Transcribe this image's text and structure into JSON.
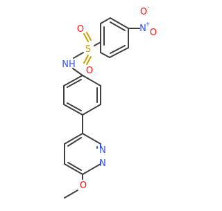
{
  "colors": {
    "bond": "#404040",
    "nitrogen": "#3050f8",
    "oxygen": "#ff0d0d",
    "sulfur": "#c8a000",
    "carbon": "#404040",
    "background": "#ffffff"
  },
  "atoms": {
    "sulfonyl_s": "S",
    "sulfonyl_o_top": "O",
    "sulfonyl_o_bottom": "O",
    "amide_nh": "NH",
    "nitro_n": "N",
    "nitro_n_charge": "+",
    "nitro_o_minus": "O",
    "nitro_o_minus_charge": "-",
    "nitro_o": "O",
    "pyridazine_n1": "N",
    "pyridazine_n2": "N",
    "methoxy_o": "O"
  }
}
